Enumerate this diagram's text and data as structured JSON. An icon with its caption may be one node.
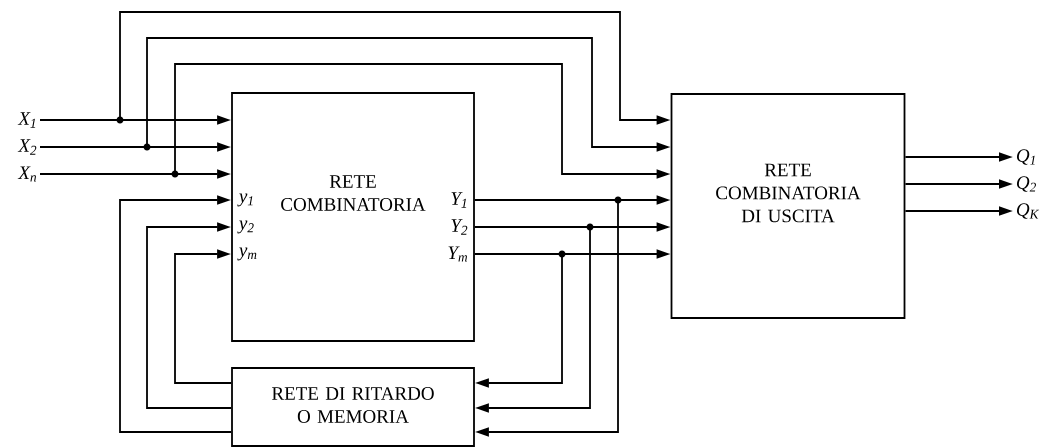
{
  "diagram": {
    "nodes": [
      {
        "text": [
          "RETE COMBINATORIA",
          "y$_{1}$",
          "y$_{2}$",
          "y$_{m}$",
          "Y$_{1}$",
          "Y$_{2}$",
          "Y$_{m}$"
        ]
      },
      {
        "text": [
          "RETE COMBINATORIA DI USCITA"
        ]
      },
      {
        "text": [
          "RETE DI RITARDO O MEMORIA"
        ]
      },
      {
        "text": [
          "X$_{1}$"
        ]
      },
      {
        "text": [
          "X$_{2}$"
        ]
      },
      {
        "text": [
          "X$_{n}$"
        ]
      },
      {
        "text": [
          "Q$_{1}$"
        ]
      },
      {
        "text": [
          "Q$_{2}$"
        ]
      },
      {
        "text": [
          "Q$_{K}$"
        ]
      }
    ],
    "edges": [
      {
        "from": 3,
        "to": 0,
        "arrow": "to"
      },
      {
        "from": 4,
        "to": 0,
        "arrow": "to"
      },
      {
        "from": 5,
        "to": 0,
        "arrow": "to"
      },
      {
        "from": 3,
        "to": 1,
        "arrow": "to"
      },
      {
        "from": 4,
        "to": 1,
        "arrow": "to"
      },
      {
        "from": 5,
        "to": 1,
        "arrow": "to"
      },
      {
        "from": 0,
        "to": 1,
        "arrow": "to"
      },
      {
        "from": 0,
        "to": 1,
        "arrow": "to"
      },
      {
        "from": 0,
        "to": 1,
        "arrow": "to"
      },
      {
        "from": 0,
        "to": 2,
        "arrow": "to"
      },
      {
        "from": 0,
        "to": 2,
        "arrow": "to"
      },
      {
        "from": 0,
        "to": 2,
        "arrow": "to"
      },
      {
        "from": 2,
        "to": 0,
        "arrow": "to"
      },
      {
        "from": 2,
        "to": 0,
        "arrow": "to"
      },
      {
        "from": 2,
        "to": 0,
        "arrow": "to"
      },
      {
        "from": 1,
        "to": 6,
        "arrow": "to"
      },
      {
        "from": 1,
        "to": 7,
        "arrow": "to"
      },
      {
        "from": 1,
        "to": 8,
        "arrow": "to"
      }
    ]
  }
}
